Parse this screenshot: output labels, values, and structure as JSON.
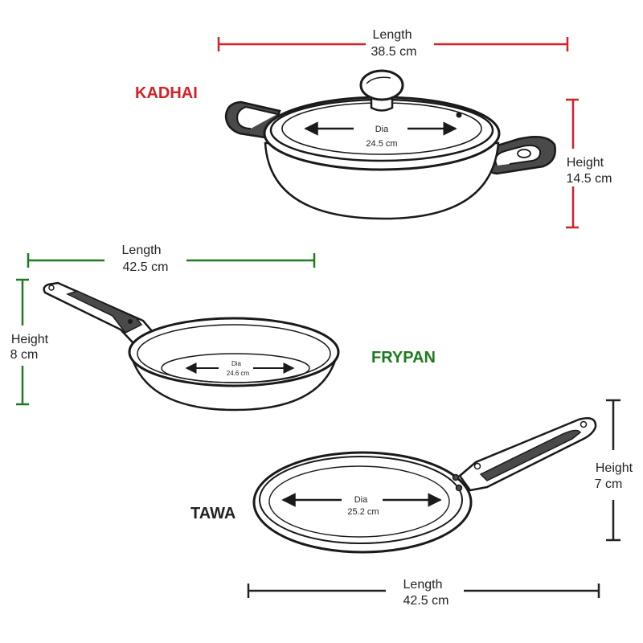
{
  "colors": {
    "kadhai_accent": "#d42027",
    "frypan_accent": "#1f7a1f",
    "tawa_accent": "#222222",
    "outline": "#1a1a1a"
  },
  "kadhai": {
    "title": "KADHAI",
    "length_label": "Length",
    "length_value": "38.5 cm",
    "height_label": "Height",
    "height_value": "14.5 cm",
    "dia_label": "Dia",
    "dia_value": "24.5 cm"
  },
  "frypan": {
    "title": "FRYPAN",
    "length_label": "Length",
    "length_value": "42.5 cm",
    "height_label": "Height",
    "height_value": "8 cm",
    "dia_label": "Dia",
    "dia_value": "24.6 cm"
  },
  "tawa": {
    "title": "TAWA",
    "length_label": "Length",
    "length_value": "42.5 cm",
    "height_label": "Height",
    "height_value": "7 cm",
    "dia_label": "Dia",
    "dia_value": "25.2 cm"
  }
}
